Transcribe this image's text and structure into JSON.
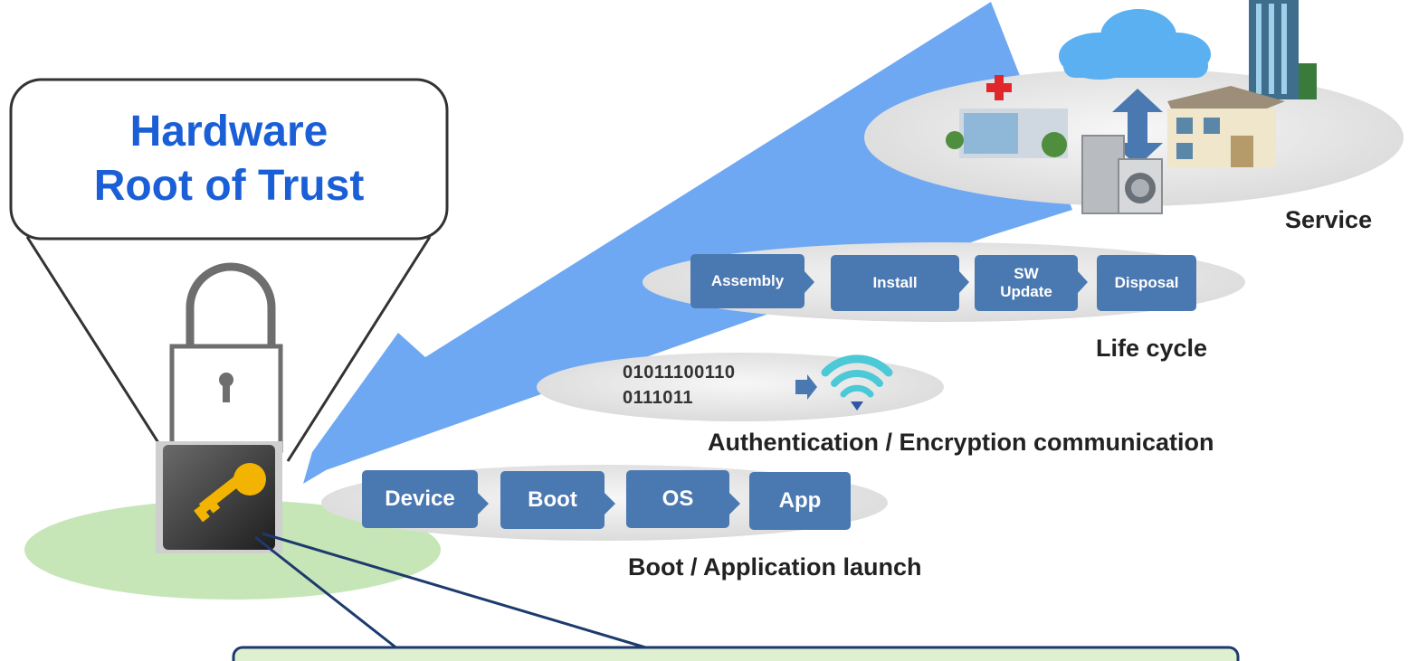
{
  "root_of_trust": {
    "line1": "Hardware",
    "line2": "Root of Trust"
  },
  "layers": {
    "boot": {
      "steps": [
        "Device",
        "Boot",
        "OS",
        "App"
      ],
      "caption": "Boot / Application launch"
    },
    "auth": {
      "binary_line1": "01011100110",
      "binary_line2": "0111011",
      "caption": "Authentication / Encryption communication"
    },
    "lifecycle": {
      "steps": [
        "Assembly",
        "Install",
        "SW",
        "Update",
        "Disposal"
      ],
      "caption": "Life cycle"
    },
    "service": {
      "caption": "Service"
    }
  },
  "colors": {
    "accent_blue": "#1a5fd6",
    "step_blue": "#4a78b0",
    "big_arrow": "#6fa8f2",
    "chip_base": "#b9e0a5"
  },
  "icons": [
    "padlock-icon",
    "key-chip-icon",
    "wifi-icon",
    "cloud-icon",
    "hospital-icon",
    "house-icon",
    "building-icon",
    "appliance-icon",
    "double-arrow-icon"
  ]
}
